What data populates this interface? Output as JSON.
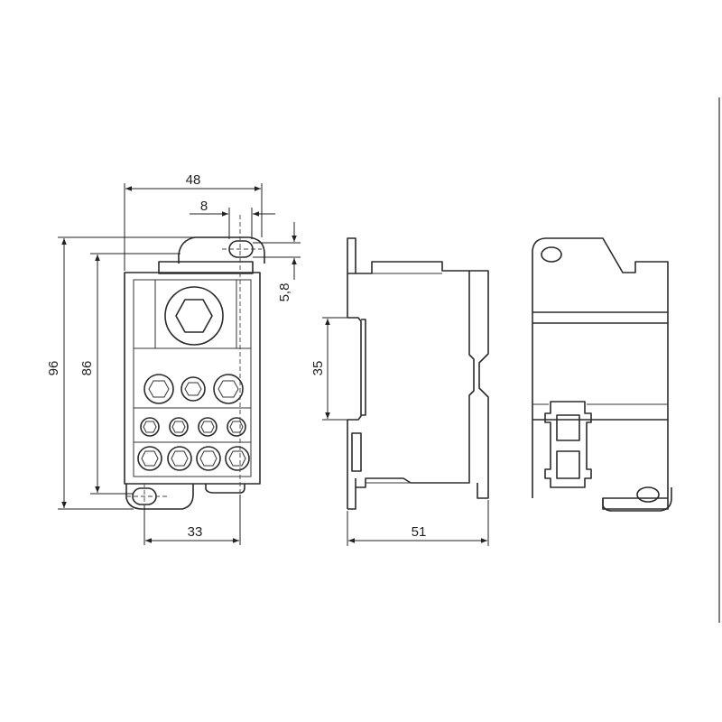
{
  "dimensions": {
    "front_width": "48",
    "front_offset": "8",
    "front_height_total": "96",
    "front_height_body": "86",
    "hole_spacing": "5,8",
    "front_mount_width": "33",
    "rail_width": "35",
    "side_depth": "51"
  }
}
